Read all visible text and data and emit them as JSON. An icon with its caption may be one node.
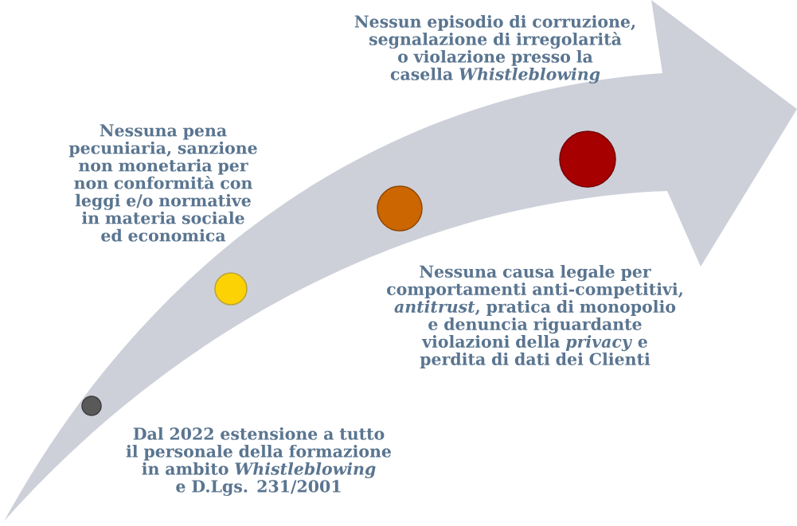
{
  "diagram": {
    "nodes": [
      {
        "text": [],
        "shape": "circle",
        "beside": [
          "Dal 2022 estensione a tutto il personale della formazione in ambito *Whistleblowing* e D.Lgs. 231/2001"
        ]
      },
      {
        "text": [],
        "shape": "circle",
        "beside": [
          "Nessuna pena pecuniaria, sanzione non monetaria per non conformità con leggi e/o normative in materia sociale ed economica"
        ]
      },
      {
        "text": [],
        "shape": "circle",
        "beside": [
          "Nessuna causa legale per comportamenti anti-competitivi, *antitrust*, pratica di monopolio e denuncia riguardante violazioni della *privacy* e perdita di dati dei Clienti"
        ]
      },
      {
        "text": [],
        "shape": "circle",
        "beside": [
          "Nessun episodio di corruzione, segnalazione di irregolarità o violazione presso la casella *Whistleblowing*"
        ]
      }
    ]
  }
}
